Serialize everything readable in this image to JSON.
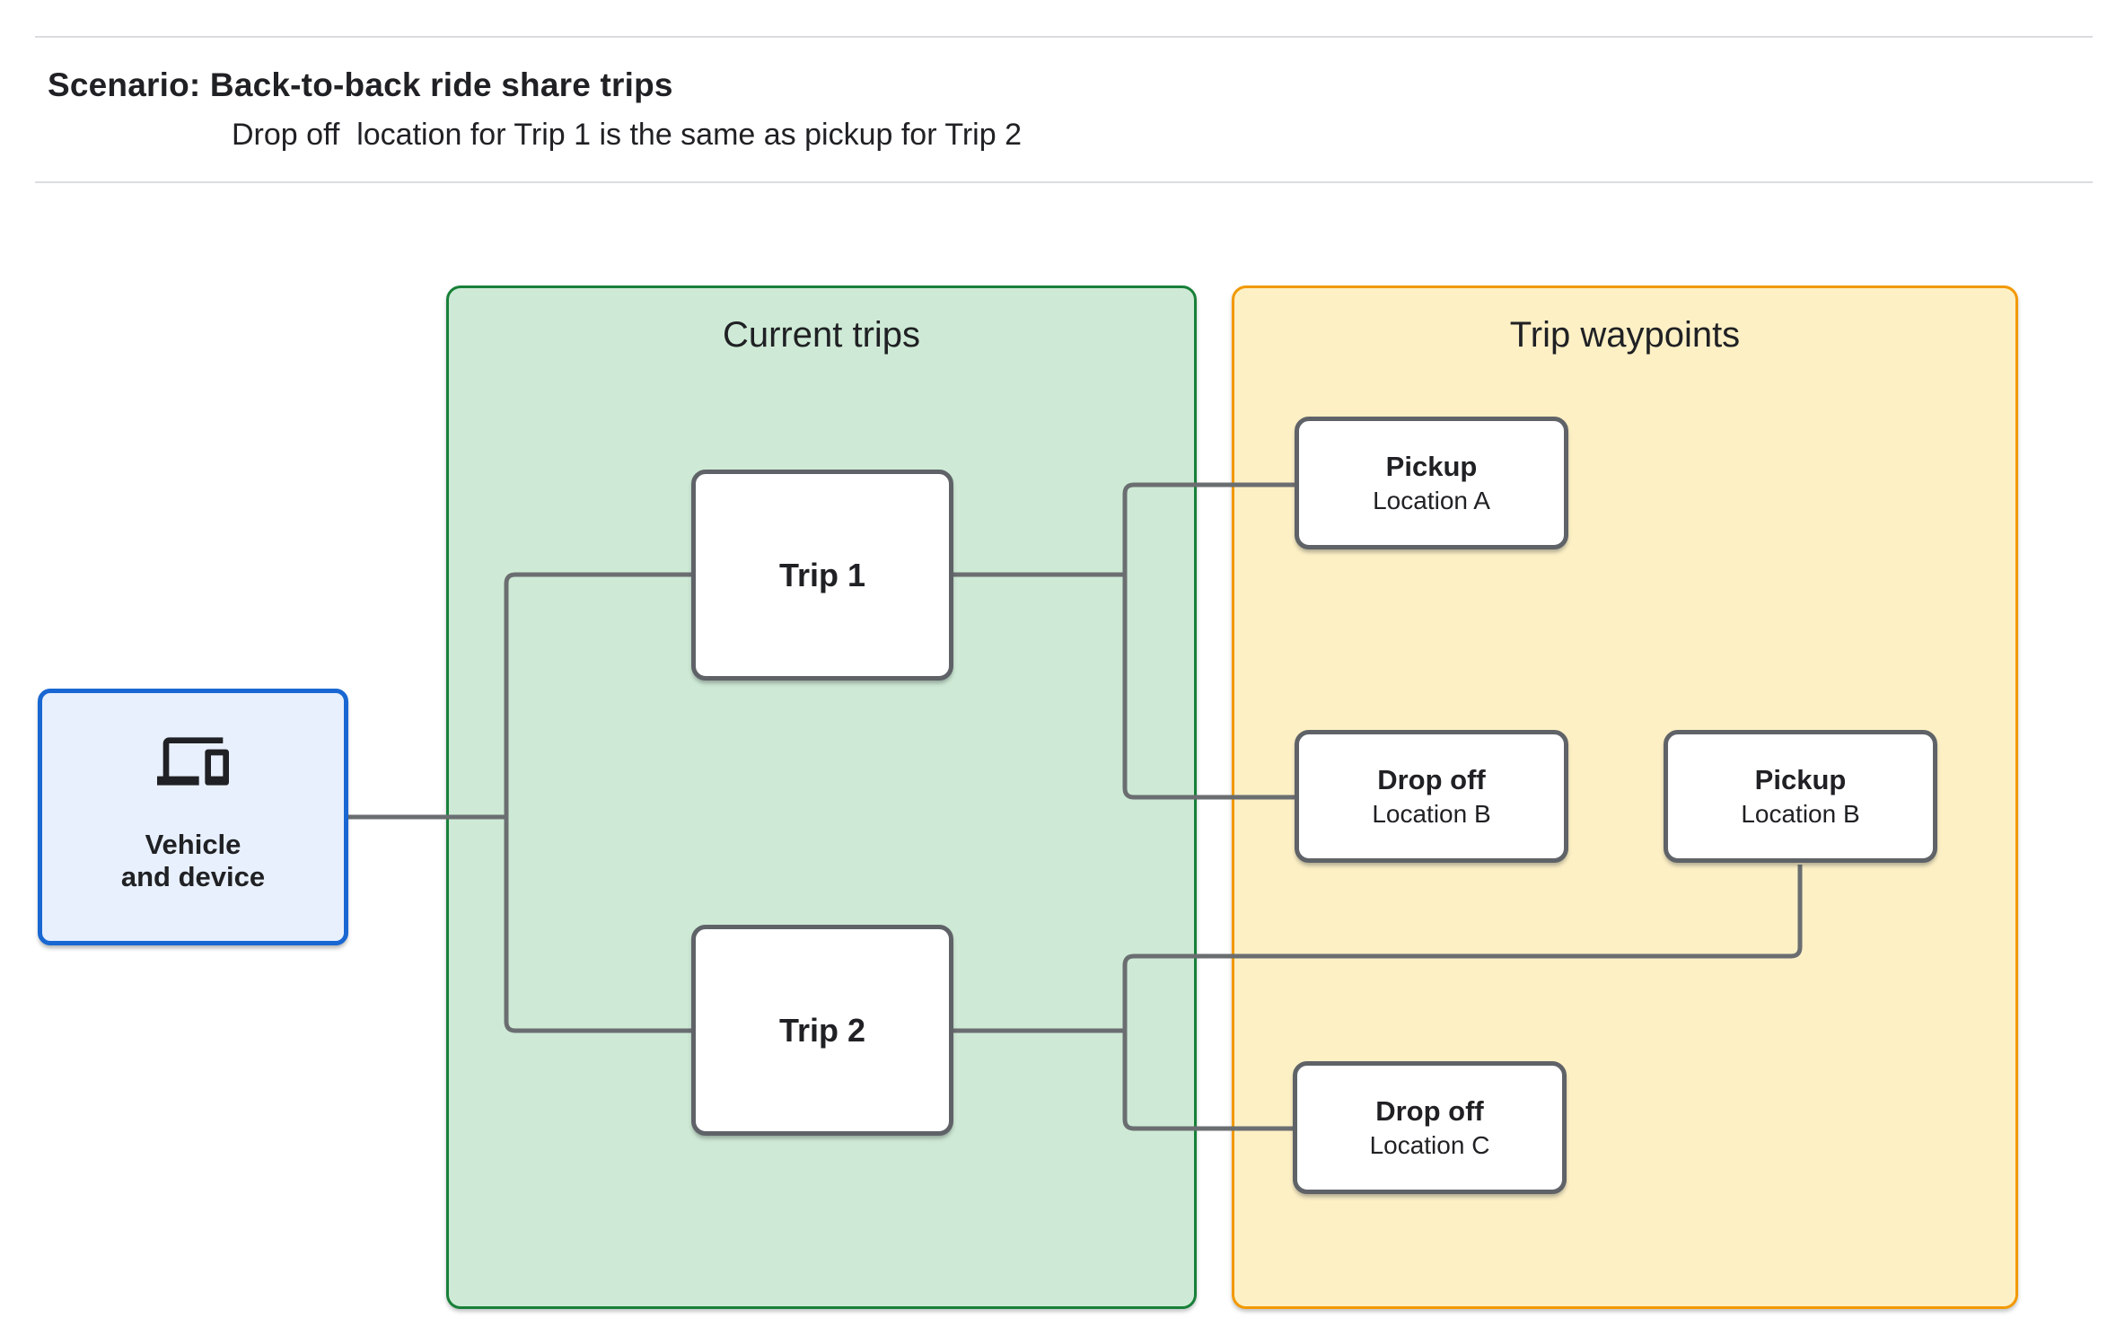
{
  "header": {
    "title": "Scenario: Back-to-back ride share trips",
    "subtitle": "Drop off  location for Trip 1 is the same as pickup for Trip 2"
  },
  "diagram": {
    "vehicle_node": {
      "icon": "devices-icon",
      "label": "Vehicle\nand device",
      "fill": "#E8F0FE",
      "border_color": "#1967D2"
    },
    "groups": [
      {
        "title": "Current trips",
        "fill": "#CEEAD6",
        "border_color": "#188038"
      },
      {
        "title": "Trip waypoints",
        "fill": "#FDF0C5",
        "border_color": "#F29900"
      }
    ],
    "trips": [
      {
        "label": "Trip 1"
      },
      {
        "label": "Trip 2"
      }
    ],
    "waypoints": [
      {
        "title": "Pickup",
        "subtitle": "Location A"
      },
      {
        "title": "Drop off",
        "subtitle": "Location B"
      },
      {
        "title": "Pickup",
        "subtitle": "Location B"
      },
      {
        "title": "Drop off",
        "subtitle": "Location C"
      }
    ],
    "colors": {
      "connector": "#6B6E71",
      "node_border": "#5F6368",
      "text": "#202124",
      "divider": "#DADCE0"
    }
  }
}
